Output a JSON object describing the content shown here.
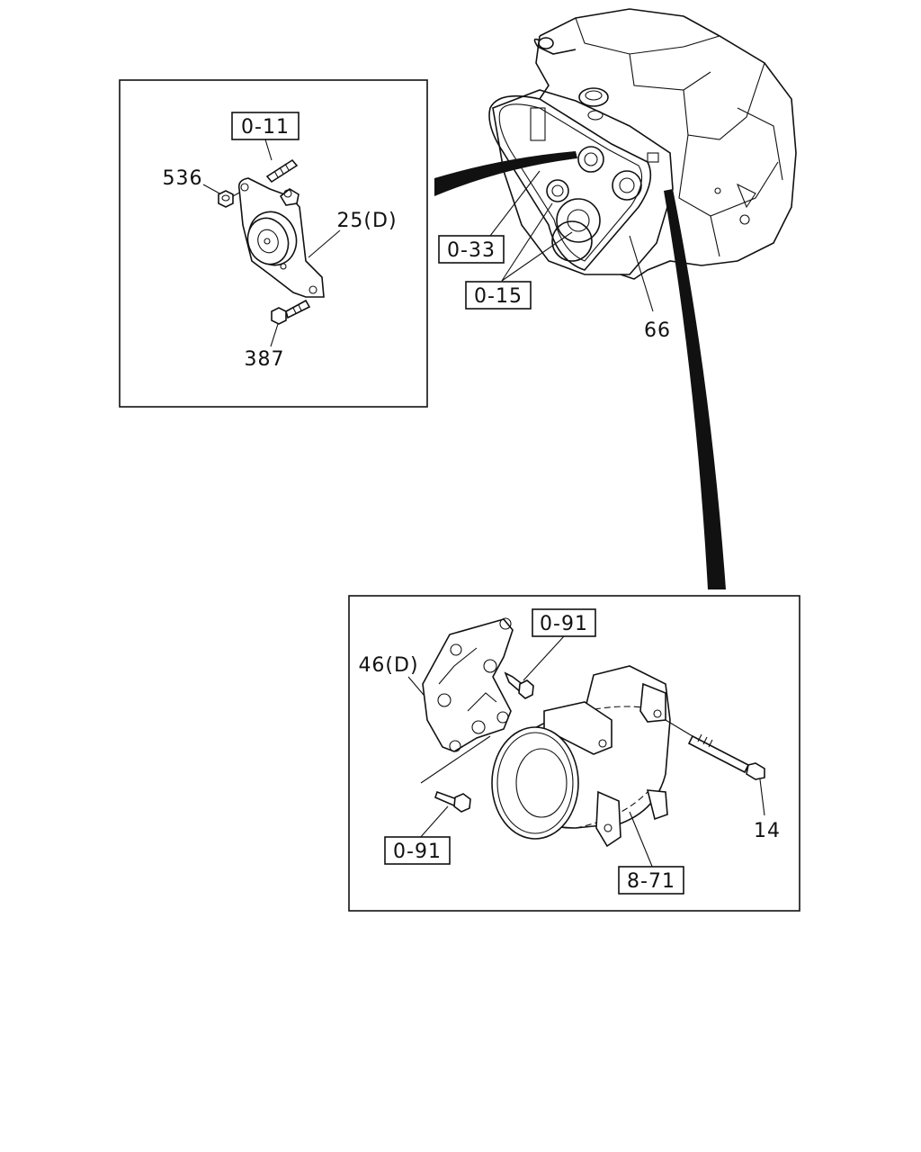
{
  "diagram": {
    "engine_callouts": {
      "belt_ref": "0-33",
      "pulley_ref": "0-15",
      "belt_part": "66"
    },
    "idler_detail": {
      "stud_ref": "0-11",
      "nut_part": "536",
      "idler_part": "25(D)",
      "bolt_part": "387"
    },
    "compressor_detail": {
      "bracket_bolt_ref_top": "0-91",
      "bracket_part": "46(D)",
      "bracket_bolt_ref_bottom": "0-91",
      "compressor_ref": "8-71",
      "through_bolt_part": "14"
    }
  }
}
